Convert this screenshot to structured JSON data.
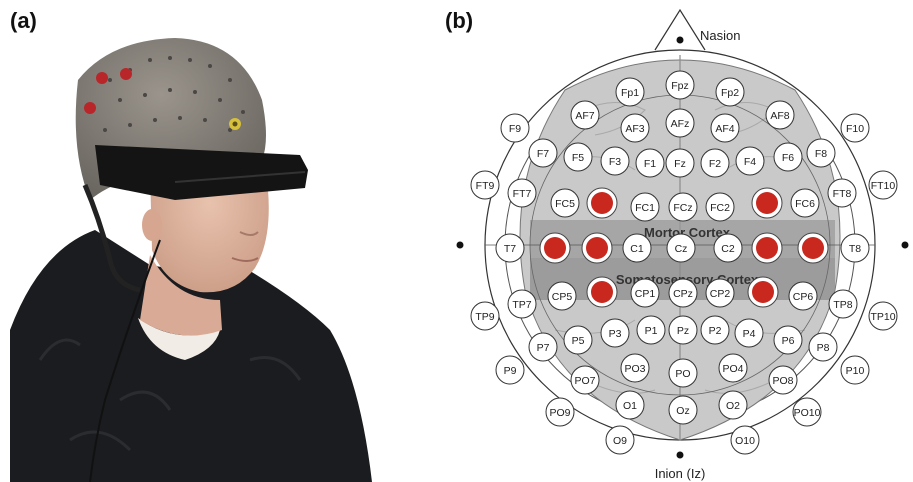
{
  "panels": {
    "a": "(a)",
    "b": "(b)"
  },
  "landmarks": {
    "nasion": "Nasion",
    "inion": "Inion (Iz)"
  },
  "regions": {
    "motor": "Mortor Cortex",
    "somatosensory": "Somatosensory Cortex"
  },
  "electrodes": [
    "Fp1",
    "Fpz",
    "Fp2",
    "AF7",
    "AF3",
    "AFz",
    "AF4",
    "AF8",
    "F9",
    "F10",
    "F7",
    "F5",
    "F3",
    "F1",
    "Fz",
    "F2",
    "F4",
    "F6",
    "F8",
    "FT9",
    "FT7",
    "FT8",
    "FT10",
    "FC5",
    "FC1",
    "FCz",
    "FC2",
    "FC6",
    "T7",
    "C1",
    "Cz",
    "C2",
    "T8",
    "TP7",
    "CP5",
    "CP1",
    "CPz",
    "CP2",
    "CP6",
    "TP8",
    "TP9",
    "TP10",
    "P7",
    "P5",
    "P3",
    "P1",
    "Pz",
    "P2",
    "P4",
    "P6",
    "P8",
    "P9",
    "P10",
    "PO7",
    "PO3",
    "PO",
    "PO4",
    "PO8",
    "PO9",
    "PO10",
    "O1",
    "Oz",
    "O2",
    "O9",
    "O10"
  ],
  "active_electrode_count": 8,
  "colors": {
    "active": "#c8281e",
    "scalp": "#bdbdbd",
    "band": "#9a9a9a"
  }
}
